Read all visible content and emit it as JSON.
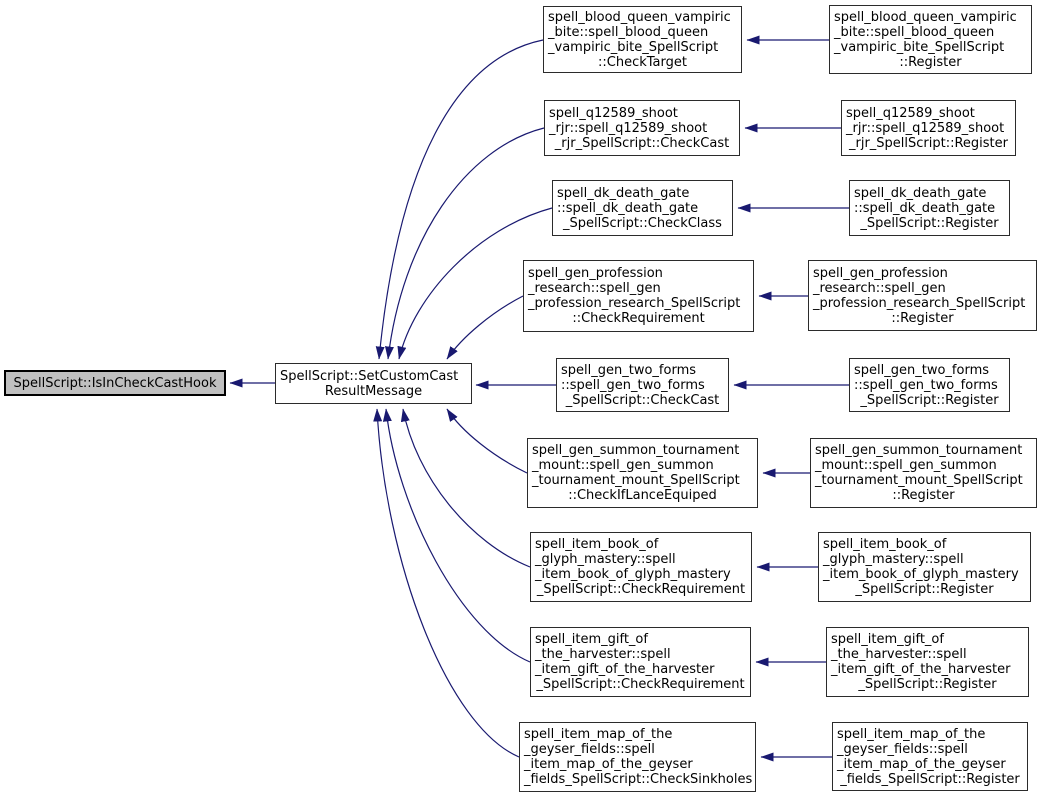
{
  "diagram_title": "SpellScript::IsInCheckCastHook caller graph",
  "colors": {
    "edge": "#191970",
    "node_border": "#2b2b2b",
    "node_fill": "#ffffff",
    "highlight_fill": "#c0c0c0",
    "text": "#000000",
    "background": "#ffffff"
  },
  "nodes": [
    {
      "id": "root",
      "body": "",
      "tail": "SpellScript::IsInCheckCastHook"
    },
    {
      "id": "mid",
      "body": "SpellScript::SetCustomCast",
      "tail": "ResultMessage"
    },
    {
      "id": "c1",
      "body": "spell_blood_queen_vampiric\n_bite::spell_blood_queen\n_vampiric_bite_SpellScript",
      "tail": "::CheckTarget"
    },
    {
      "id": "r1",
      "body": "spell_blood_queen_vampiric\n_bite::spell_blood_queen\n_vampiric_bite_SpellScript",
      "tail": "::Register"
    },
    {
      "id": "c2",
      "body": "spell_q12589_shoot\n_rjr::spell_q12589_shoot",
      "tail": "_rjr_SpellScript::CheckCast"
    },
    {
      "id": "r2",
      "body": "spell_q12589_shoot\n_rjr::spell_q12589_shoot",
      "tail": "_rjr_SpellScript::Register"
    },
    {
      "id": "c3",
      "body": "spell_dk_death_gate\n::spell_dk_death_gate",
      "tail": "_SpellScript::CheckClass"
    },
    {
      "id": "r3",
      "body": "spell_dk_death_gate\n::spell_dk_death_gate",
      "tail": "_SpellScript::Register"
    },
    {
      "id": "c4",
      "body": "spell_gen_profession\n_research::spell_gen\n_profession_research_SpellScript",
      "tail": "::CheckRequirement"
    },
    {
      "id": "r4",
      "body": "spell_gen_profession\n_research::spell_gen\n_profession_research_SpellScript",
      "tail": "::Register"
    },
    {
      "id": "c5",
      "body": "spell_gen_two_forms\n::spell_gen_two_forms",
      "tail": "_SpellScript::CheckCast"
    },
    {
      "id": "r5",
      "body": "spell_gen_two_forms\n::spell_gen_two_forms",
      "tail": "_SpellScript::Register"
    },
    {
      "id": "c6",
      "body": "spell_gen_summon_tournament\n_mount::spell_gen_summon\n_tournament_mount_SpellScript",
      "tail": "::CheckIfLanceEquiped"
    },
    {
      "id": "r6",
      "body": "spell_gen_summon_tournament\n_mount::spell_gen_summon\n_tournament_mount_SpellScript",
      "tail": "::Register"
    },
    {
      "id": "c7",
      "body": "spell_item_book_of\n_glyph_mastery::spell\n_item_book_of_glyph_mastery",
      "tail": "_SpellScript::CheckRequirement"
    },
    {
      "id": "r7",
      "body": "spell_item_book_of\n_glyph_mastery::spell\n_item_book_of_glyph_mastery",
      "tail": "_SpellScript::Register"
    },
    {
      "id": "c8",
      "body": "spell_item_gift_of\n_the_harvester::spell\n_item_gift_of_the_harvester",
      "tail": "_SpellScript::CheckRequirement"
    },
    {
      "id": "r8",
      "body": "spell_item_gift_of\n_the_harvester::spell\n_item_gift_of_the_harvester",
      "tail": "_SpellScript::Register"
    },
    {
      "id": "c9",
      "body": "spell_item_map_of_the\n_geyser_fields::spell\n_item_map_of_the_geyser",
      "tail": "_fields_SpellScript::CheckSinkholes"
    },
    {
      "id": "r9",
      "body": "spell_item_map_of_the\n_geyser_fields::spell\n_item_map_of_the_geyser",
      "tail": "_fields_SpellScript::Register"
    }
  ]
}
